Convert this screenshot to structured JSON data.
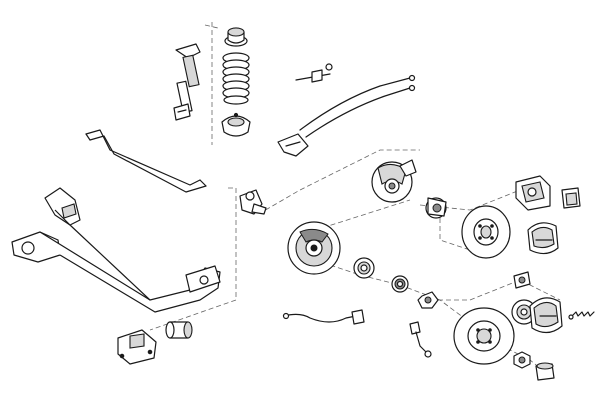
{
  "diagram": {
    "type": "exploded-parts-view",
    "colors": {
      "line": "#1a1a1a",
      "fill": "#ffffff",
      "shade": "#d8d8d8",
      "dark": "#8a8a8a",
      "guide": "#666666"
    },
    "parts": [
      "shock-absorber",
      "coil-spring",
      "spring-top-mount",
      "spring-seat",
      "brake-hose-clip",
      "handbrake-cables",
      "cable-bracket",
      "anti-roll-bar",
      "rear-axle-beam",
      "axle-mount-bracket",
      "axle-bushing",
      "stub-axle",
      "brake-backing-plate-disc",
      "caliper-carrier",
      "wheel-bearing-left",
      "bearing-seal",
      "hub-nut-left",
      "wheel-hub",
      "brake-disc",
      "brake-caliper",
      "brake-pads",
      "brake-drum-backing-plate",
      "brake-shoes-top",
      "wheel-cylinder",
      "adjuster-spring",
      "brake-pipe-hose",
      "bleed-nipple-pipe",
      "hub-bearing-right",
      "brake-drum",
      "brake-shoes-bottom",
      "hub-nut-right",
      "dust-cap"
    ]
  }
}
